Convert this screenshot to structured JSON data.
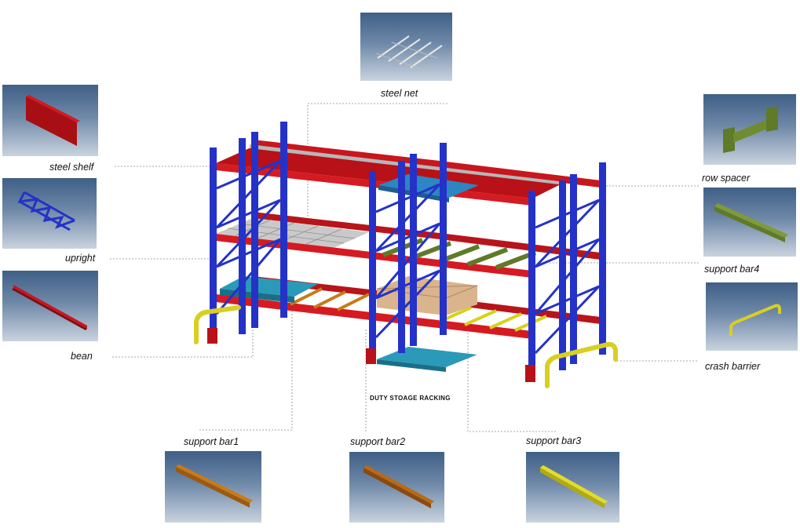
{
  "title": "DUTY STOAGE RACKING",
  "colors": {
    "upright": "#2432c8",
    "beam": "#c8161e",
    "shelf": "#a80f14",
    "pallet": "#1f8fb0",
    "support_bar_yellow": "#d6d21e",
    "support_bar_orange": "#c87a18",
    "support_bar_green": "#5f7a28",
    "crash_barrier": "#d8cf22",
    "thumb_bg_top": "#3f5f86",
    "thumb_bg_bottom": "#c9d3de"
  },
  "components": [
    {
      "key": "steel_net",
      "label": "steel net",
      "icon": "steel-net-icon"
    },
    {
      "key": "steel_shelf",
      "label": "steel shelf",
      "icon": "steel-shelf-icon"
    },
    {
      "key": "upright",
      "label": "upright",
      "icon": "upright-frame-icon"
    },
    {
      "key": "bean",
      "label": "bean",
      "icon": "beam-icon"
    },
    {
      "key": "row_spacer",
      "label": "row spacer",
      "icon": "row-spacer-icon"
    },
    {
      "key": "support_bar4",
      "label": "support bar4",
      "icon": "support-bar4-icon"
    },
    {
      "key": "crash_barrier",
      "label": "crash barrier",
      "icon": "crash-barrier-icon"
    },
    {
      "key": "support_bar1",
      "label": "support bar1",
      "icon": "support-bar1-icon"
    },
    {
      "key": "support_bar2",
      "label": "support bar2",
      "icon": "support-bar2-icon"
    },
    {
      "key": "support_bar3",
      "label": "support bar3",
      "icon": "support-bar3-icon"
    }
  ]
}
